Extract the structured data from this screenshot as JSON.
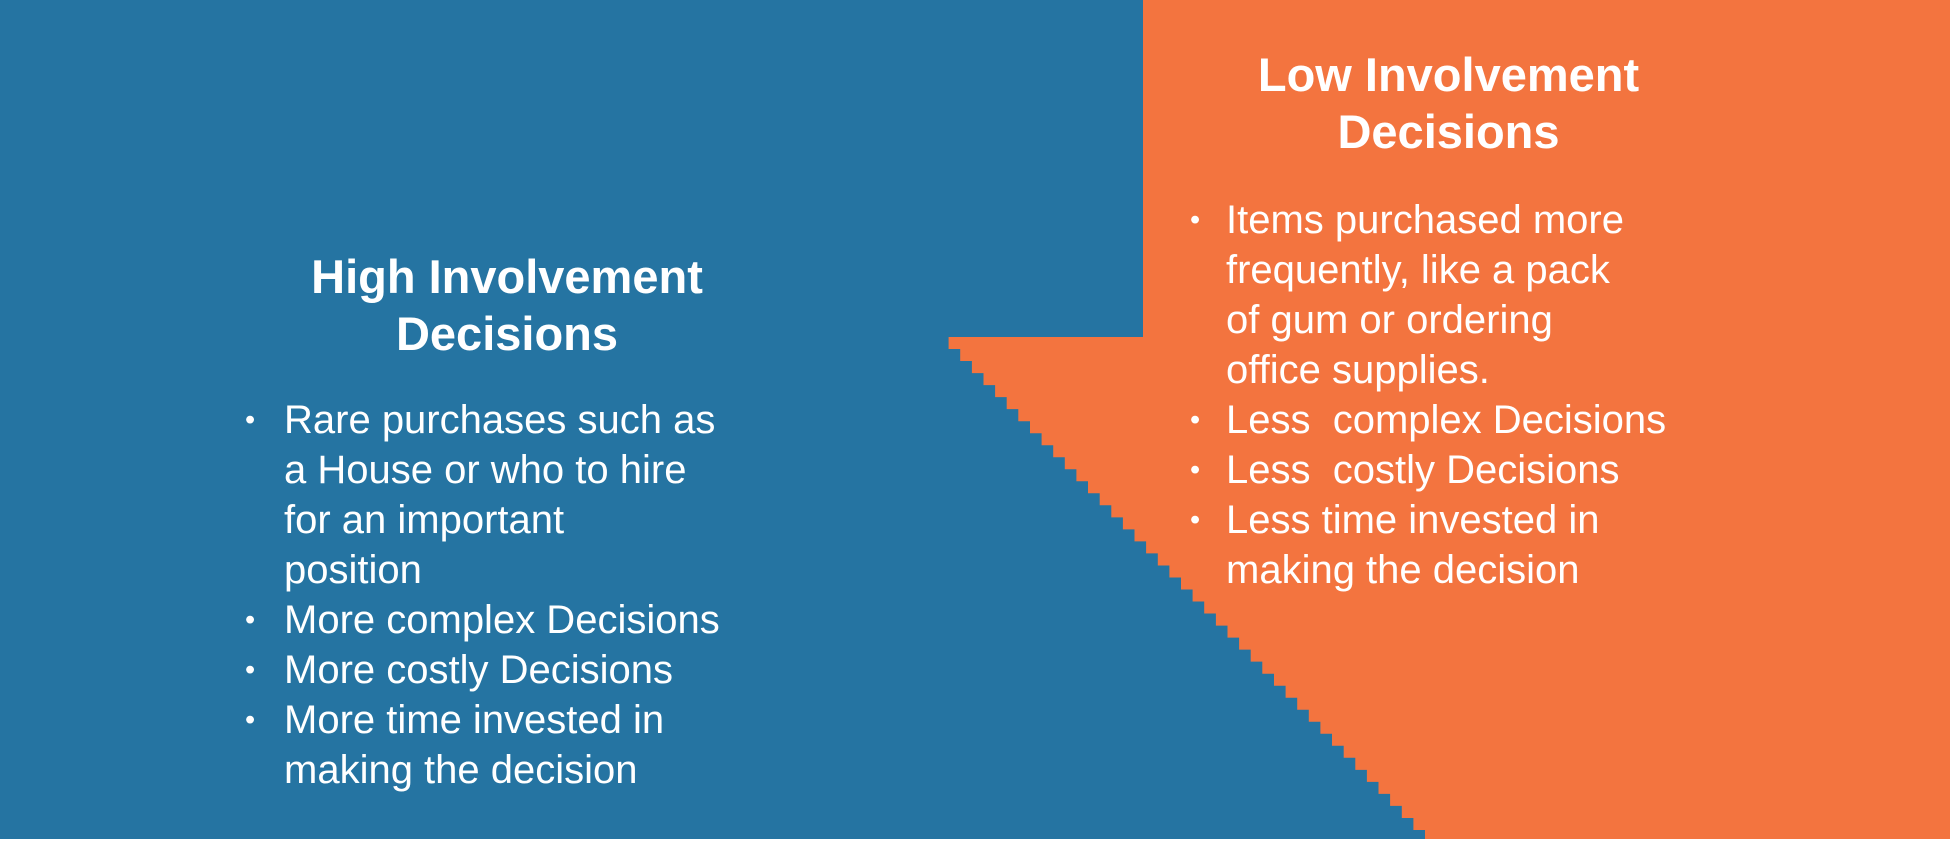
{
  "colors": {
    "background_blue": "#2574A2",
    "arrow_orange": "#F3743F",
    "text_white": "#FFFFFF"
  },
  "bullet_char": "•",
  "left_panel": {
    "title_lines": [
      "High Involvement",
      "Decisions"
    ],
    "bullets": [
      {
        "lines": [
          "Rare purchases such as",
          "a House or who to hire",
          "for an important",
          "position"
        ]
      },
      {
        "lines": [
          "More complex Decisions"
        ]
      },
      {
        "lines": [
          "More costly Decisions"
        ]
      },
      {
        "lines": [
          "More time invested in",
          "making the decision"
        ]
      }
    ]
  },
  "right_panel": {
    "title_lines": [
      "Low Involvement",
      "Decisions"
    ],
    "bullets": [
      {
        "lines": [
          "Items purchased more",
          "frequently, like a pack",
          "of gum or ordering",
          "office supplies."
        ]
      },
      {
        "lines": [
          "Less  complex Decisions"
        ]
      },
      {
        "lines": [
          "Less  costly Decisions"
        ]
      },
      {
        "lines": [
          "Less time invested in",
          "making the decision"
        ]
      }
    ]
  }
}
